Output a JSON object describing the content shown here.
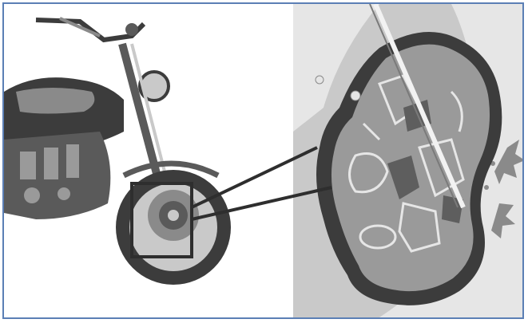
{
  "image": {
    "frame_color": "#5b7fb5",
    "palette": {
      "dark": "#3c3c3c",
      "mid": "#8a8a8a",
      "light": "#c9c9c9",
      "pale": "#e6e6e6",
      "outline": "#2e2e2e"
    },
    "subjects": [
      "motorcycle",
      "front-wheel",
      "brake-disc",
      "brake-caliper-detail",
      "callout-box",
      "callout-lines"
    ]
  }
}
